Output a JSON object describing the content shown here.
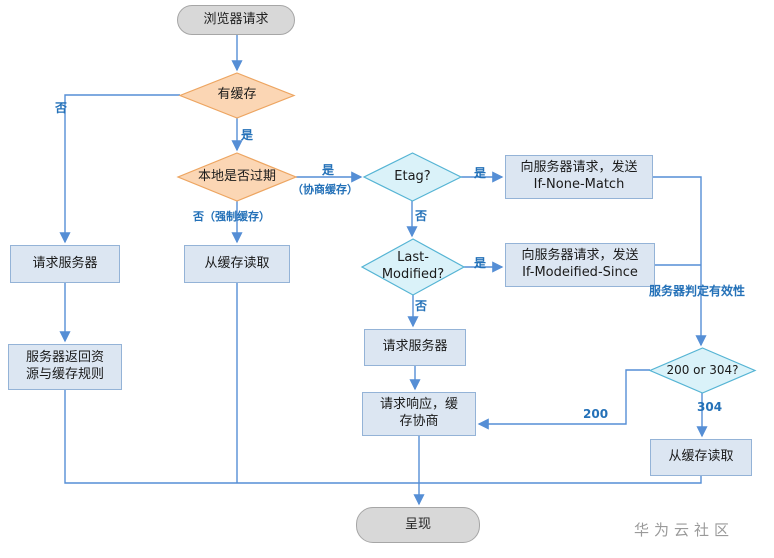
{
  "nodes": {
    "start": "浏览器请求",
    "has_cache": "有缓存",
    "local_expired": "本地是否过期",
    "etag": "Etag?",
    "last_modified": "Last-Modified?",
    "req_if_none_match": {
      "line1": "向服务器请求，发送",
      "line2": "If-None-Match"
    },
    "req_if_modified_since": {
      "line1": "向服务器请求，发送",
      "line2": "If-Modeified-Since"
    },
    "request_server_left": "请求服务器",
    "server_returns": "服务器返回资源与缓存规则",
    "read_cache_left": "从缓存读取",
    "request_server_mid": "请求服务器",
    "response_negotiate": "请求响应，缓存协商",
    "status_check": "200 or 304?",
    "read_cache_right": "从缓存读取",
    "end": "呈现"
  },
  "edge_labels": {
    "no": "否",
    "yes": "是",
    "yes_negotiate": "是",
    "negotiate_cache": "（协商缓存）",
    "no_force_cache": "否（强制缓存）",
    "etag_yes": "是",
    "etag_no": "否",
    "lm_yes": "是",
    "lm_no": "否",
    "server_validate": "服务器判定有效性",
    "code_304": "304",
    "code_200": "200"
  },
  "watermark": "华为云社区",
  "colors": {
    "connector": "#558ed5",
    "process_fill": "#dce6f2",
    "process_border": "#94b3d7",
    "decision_orange_fill": "#fbd6b4",
    "decision_orange_border": "#eda561",
    "decision_cyan_fill": "#daf2f9",
    "decision_cyan_border": "#55b4d4",
    "terminator_fill": "#d8d8d8",
    "edge_label_color": "#2471b8"
  }
}
